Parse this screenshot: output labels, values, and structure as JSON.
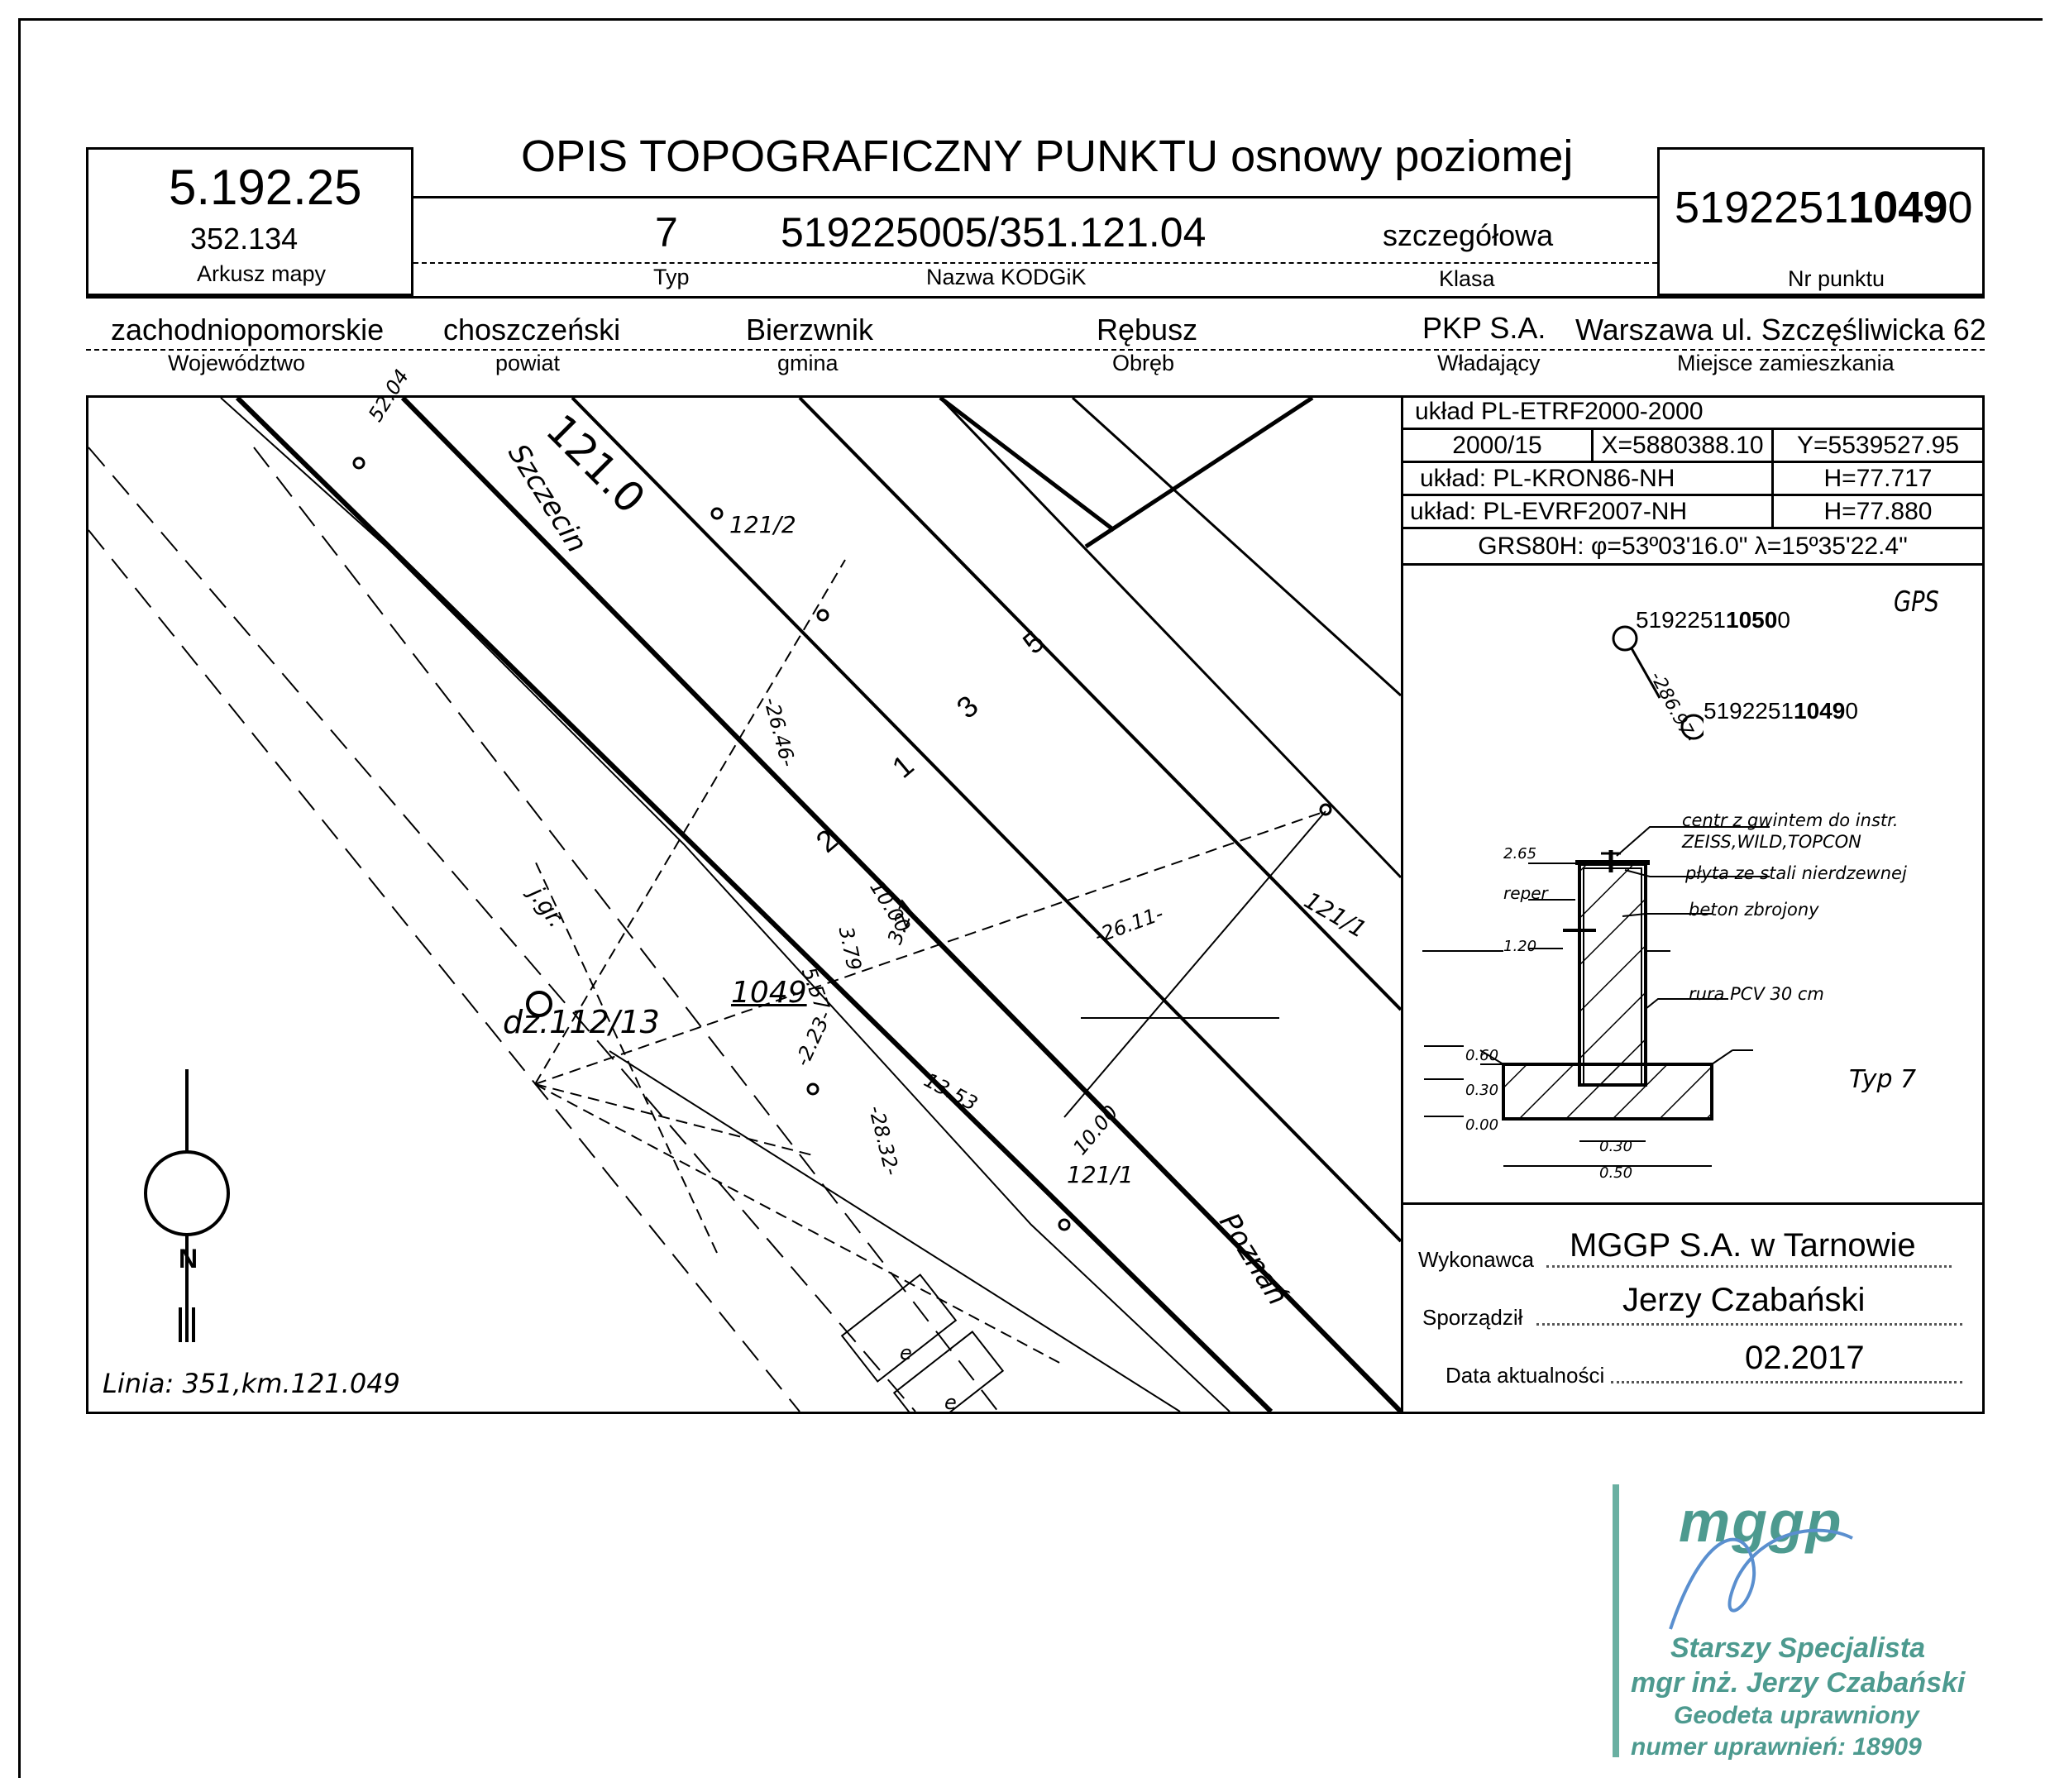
{
  "header": {
    "title": "OPIS TOPOGRAFICZNY PUNKTU osnowy poziomej",
    "map_sheet_main": "5.192.25",
    "map_sheet_sub": "352.134",
    "map_sheet_label": "Arkusz mapy",
    "type_value": "7",
    "type_label": "Typ",
    "kodgik_value": "519225005/351.121.04",
    "kodgik_label": "Nazwa KODGiK",
    "class_value": "szczegółowa",
    "class_label": "Klasa",
    "point_no_prefix": "5192251",
    "point_no_bold": "1049",
    "point_no_suffix": "0",
    "point_no_label": "Nr punktu"
  },
  "admin": {
    "voivodeship": "zachodniopomorskie",
    "voivodeship_label": "Województwo",
    "county": "choszczeński",
    "county_label": "powiat",
    "commune": "Bierzwnik",
    "commune_label": "gmina",
    "precinct": "Rębusz",
    "precinct_label": "Obręb",
    "owner": "PKP S.A.",
    "owner_label": "Władający",
    "residence": "Warszawa ul. Szczęśliwicka 62",
    "residence_label": "Miejsce zamieszkania"
  },
  "coords": {
    "row1": "układ PL-ETRF2000-2000",
    "zone": "2000/15",
    "x": "X=5880388.10",
    "y": "Y=5539527.95",
    "kron_label": "układ: PL-KRON86-NH",
    "kron_h": "H=77.717",
    "evrf_label": "układ: PL-EVRF2007-NH",
    "evrf_h": "H=77.880",
    "grs": "GRS80H: φ=53º03'16.0\" λ=15º35'22.4\""
  },
  "gps": {
    "label": "GPS",
    "p1_prefix": "5192251",
    "p1_bold": "1050",
    "p1_suffix": "0",
    "p2_prefix": "5192251",
    "p2_bold": "1049",
    "p2_suffix": "0",
    "distance": "-286.97-"
  },
  "section": {
    "centr1": "centr z gwintem do instr.",
    "centr2": "ZEISS,WILD,TOPCON",
    "plate": "płyta ze stali nierdzewnej",
    "concrete": "beton zbrojony",
    "reper": "reper",
    "pipe": "rura PCV 30 cm",
    "d265": "2.65",
    "d120": "1.20",
    "d060": "0.60",
    "d030": "0.30",
    "d000": "0.00",
    "w030": "0.30",
    "w050": "0.50",
    "type": "Typ 7"
  },
  "footer": {
    "contractor_label": "Wykonawca",
    "contractor": "MGGP S.A.  w Tarnowie",
    "author_label": "Sporządził",
    "author": "Jerzy Czabański",
    "date_label": "Data aktualności",
    "date": "02.2017"
  },
  "map": {
    "km": "121.0",
    "szczecin": "Szczecin",
    "poznan": "Poznań",
    "track1": "1",
    "track2": "2",
    "track3": "3",
    "track5": "5",
    "p1212": "121/2",
    "p1211a": "121/1",
    "p1211b": "121/1",
    "point": "1049",
    "parcel": "dz.112/13",
    "jgr": "j.gr.",
    "line": "Linia: 351,km.121.049",
    "d5204": "52.04",
    "d2646": "-26.46-",
    "d2611": "-26.11-",
    "d1000a": "10.00",
    "d1000b": "10.00",
    "d379": "3.79",
    "d327": "3.27",
    "d557": "5.57",
    "d223": "-2.23-",
    "d2832": "-28.32-",
    "d1353": "13.53",
    "e1": "e",
    "e2": "e",
    "north": "N"
  },
  "stamp": {
    "logo": "mggp",
    "l1": "Starszy Specjalista",
    "l2": "mgr inż. Jerzy Czabański",
    "l3": "Geodeta uprawniony",
    "l4": "numer uprawnień: 18909"
  }
}
